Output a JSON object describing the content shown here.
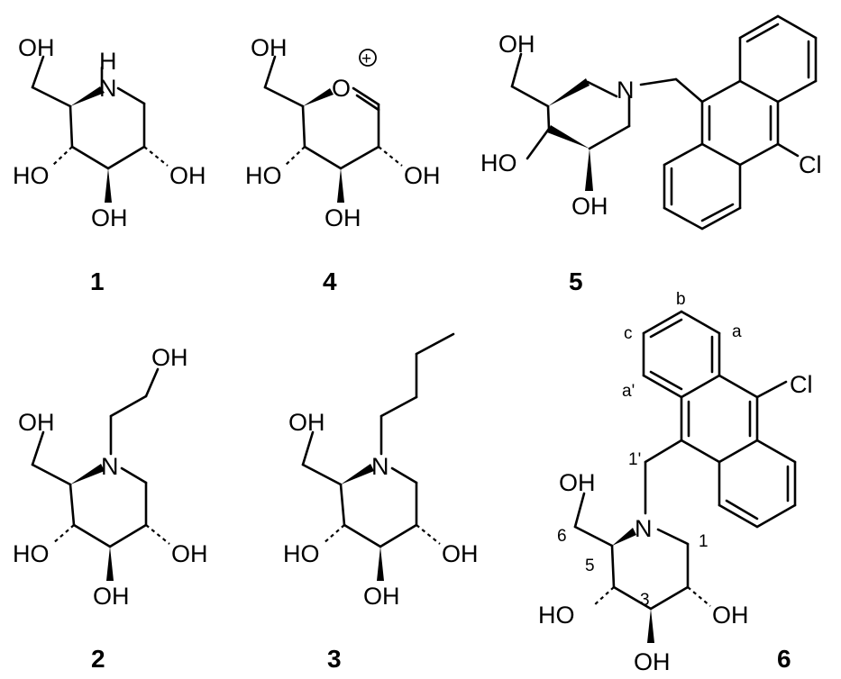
{
  "compounds": [
    {
      "id": "1",
      "labels": {
        "oh_top": "OH",
        "nh": "N",
        "h": "H",
        "ho_left": "HO",
        "oh_right": "OH",
        "oh_bottom": "OH"
      }
    },
    {
      "id": "4",
      "labels": {
        "oh_top": "OH",
        "o_ring": "O",
        "ho_left": "HO",
        "oh_right": "OH",
        "oh_bottom": "OH"
      },
      "charge": "+"
    },
    {
      "id": "5",
      "labels": {
        "oh_top": "OH",
        "n": "N",
        "ho_left": "HO",
        "oh_bottom": "OH",
        "cl": "Cl"
      }
    },
    {
      "id": "2",
      "labels": {
        "oh_chain": "OH",
        "oh_top": "OH",
        "n": "N",
        "ho_left": "HO",
        "oh_right": "OH",
        "oh_bottom": "OH"
      }
    },
    {
      "id": "3",
      "labels": {
        "oh_top": "OH",
        "n": "N",
        "ho_left": "HO",
        "oh_right": "OH",
        "oh_bottom": "OH"
      }
    },
    {
      "id": "6",
      "labels": {
        "oh_top": "OH",
        "n": "N",
        "ho_left": "HO",
        "oh_right": "OH",
        "oh_bottom": "OH",
        "cl": "Cl"
      },
      "positions": {
        "a": "a",
        "b": "b",
        "c": "c",
        "a_prime": "a'",
        "one_prime": "1'",
        "six": "6",
        "five": "5",
        "three": "3",
        "one": "1"
      }
    }
  ]
}
